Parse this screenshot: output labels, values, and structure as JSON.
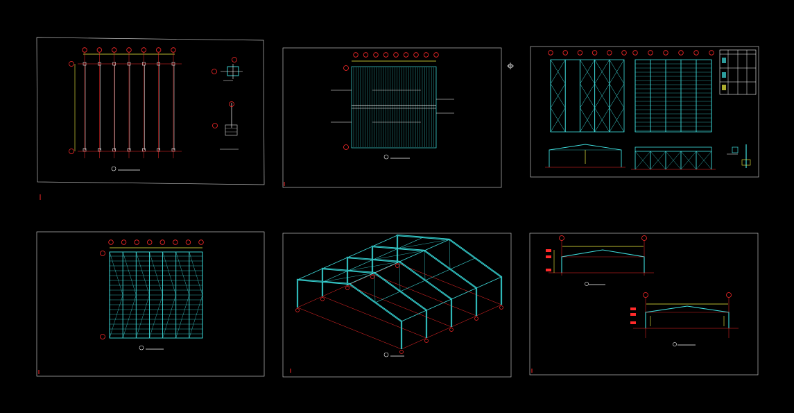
{
  "app": {
    "background": "#000000",
    "border_color": "#bfbfbf",
    "grid_color": "#ff2a2a",
    "steel_color": "#3fe0e0",
    "dim_color": "#f5f542",
    "text_color": "#ffffff"
  },
  "sheets": [
    {
      "id": "foundation-plan",
      "bubble_count": 7
    },
    {
      "id": "roof-plan",
      "bubble_count": 9
    },
    {
      "id": "bracing-plans",
      "bubble_count": 12
    },
    {
      "id": "roof-purlin-plan",
      "bubble_count": 8
    },
    {
      "id": "isometric-view",
      "frame_count": 5
    },
    {
      "id": "frame-elevations",
      "bubble_count": 4
    }
  ],
  "icons": {
    "origin_marker": "crosshair-icon"
  }
}
